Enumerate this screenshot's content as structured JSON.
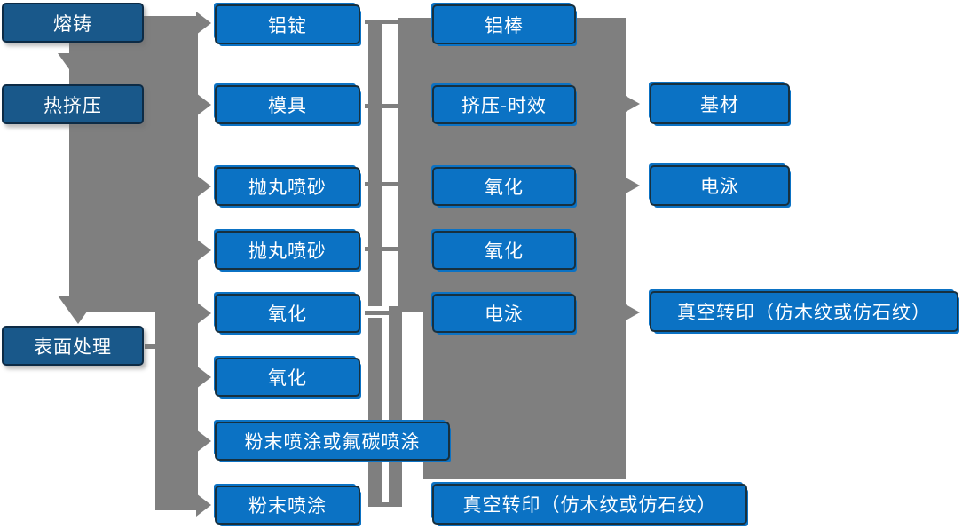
{
  "diagram": {
    "name": "aluminum-profile-production-process-flowchart",
    "colors": {
      "node_blue": "#0B72C4",
      "node_dark_blue": "#19588A",
      "connector_gray": "#7F7F7F",
      "node_border_bright": "#17303F",
      "node_border_dark": "#0D2B45",
      "text_white": "#FFFFFF",
      "background": "#FFFFFF"
    },
    "columns": {
      "stages": {
        "items": [
          {
            "label": "熔铸"
          },
          {
            "label": "热挤压"
          },
          {
            "label": "表面处理"
          }
        ]
      },
      "process1": {
        "items": [
          {
            "label": "铝锭"
          },
          {
            "label": "模具"
          },
          {
            "label": "抛丸喷砂"
          },
          {
            "label": "抛丸喷砂"
          },
          {
            "label": "氧化"
          },
          {
            "label": "氧化"
          },
          {
            "label": "粉末喷涂或氟碳喷涂"
          },
          {
            "label": "粉末喷涂"
          }
        ]
      },
      "process2": {
        "items": [
          {
            "label": "铝棒"
          },
          {
            "label": "挤压-时效"
          },
          {
            "label": "氧化"
          },
          {
            "label": "氧化"
          },
          {
            "label": "电泳"
          },
          {
            "label": "真空转印（仿木纹或仿石纹）"
          }
        ]
      },
      "outputs": {
        "items": [
          {
            "label": "基材"
          },
          {
            "label": "电泳"
          },
          {
            "label": "真空转印（仿木纹或仿石纹）"
          }
        ]
      }
    }
  }
}
